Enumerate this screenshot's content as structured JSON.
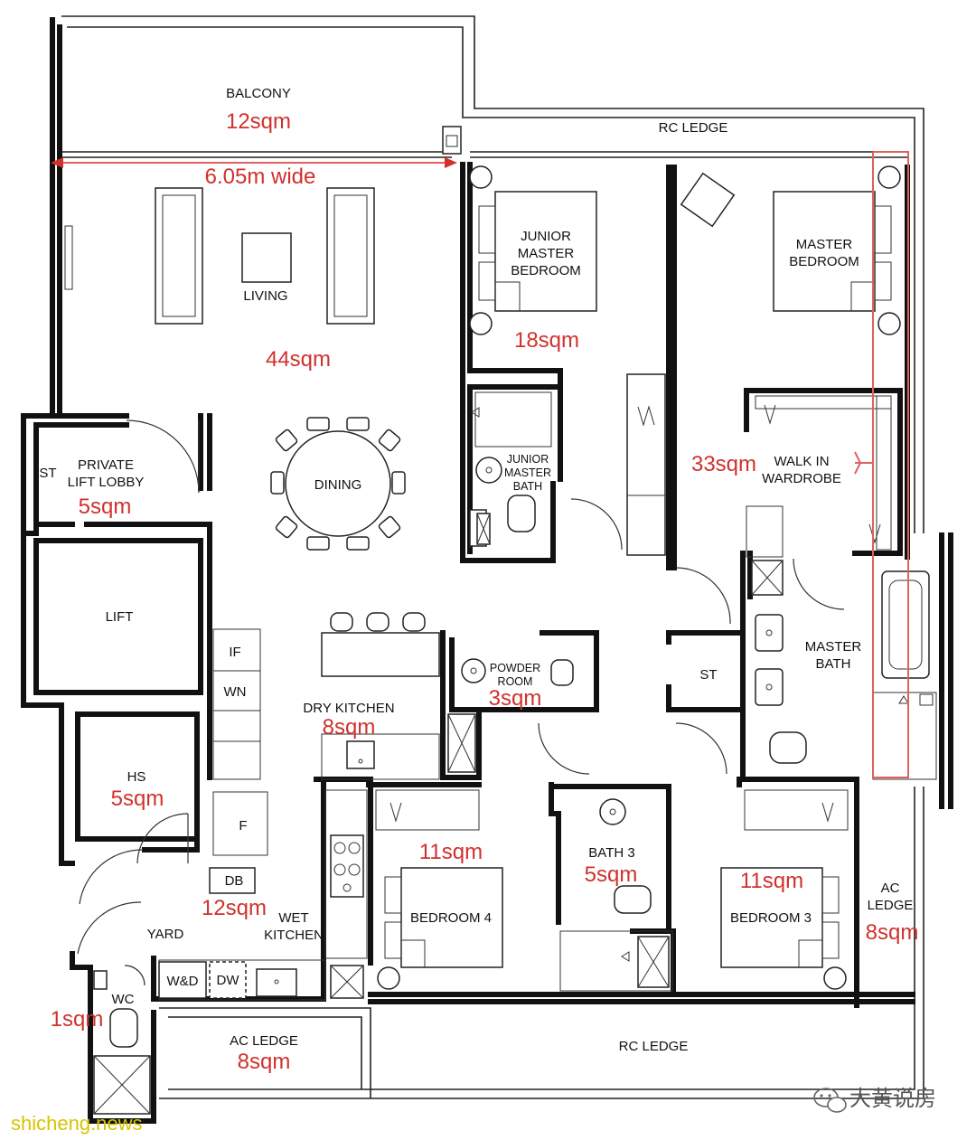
{
  "rooms": {
    "balcony": {
      "label": "BALCONY",
      "area": "12sqm"
    },
    "living": {
      "label": "LIVING",
      "area": "44sqm"
    },
    "dining": {
      "label": "DINING"
    },
    "private_lift_lobby": {
      "label_line1": "PRIVATE",
      "label_line2": "LIFT LOBBY",
      "area": "5sqm"
    },
    "st_lobby": {
      "label": "ST"
    },
    "lift": {
      "label": "LIFT"
    },
    "junior_master_bedroom": {
      "label_line1": "JUNIOR",
      "label_line2": "MASTER",
      "label_line3": "BEDROOM",
      "area": "18sqm"
    },
    "junior_master_bath": {
      "label_line1": "JUNIOR",
      "label_line2": "MASTER",
      "label_line3": "BATH"
    },
    "master_bedroom": {
      "label_line1": "MASTER",
      "label_line2": "BEDROOM",
      "area": "33sqm"
    },
    "walk_in_wardrobe": {
      "label_line1": "WALK IN",
      "label_line2": "WARDROBE"
    },
    "master_bath": {
      "label_line1": "MASTER",
      "label_line2": "BATH"
    },
    "st_hall": {
      "label": "ST"
    },
    "powder_room": {
      "label_line1": "POWDER",
      "label_line2": "ROOM",
      "area": "3sqm"
    },
    "dry_kitchen": {
      "label": "DRY KITCHEN",
      "area": "8sqm"
    },
    "hs": {
      "label": "HS",
      "area": "5sqm"
    },
    "wet_kitchen": {
      "label_line1": "WET",
      "label_line2": "KITCHEN",
      "area": "12sqm"
    },
    "yard": {
      "label": "YARD"
    },
    "wc": {
      "label": "WC",
      "area": "1sqm"
    },
    "bedroom4": {
      "label": "BEDROOM 4",
      "area": "11sqm"
    },
    "bath3": {
      "label": "BATH 3",
      "area": "5sqm"
    },
    "bedroom3": {
      "label": "BEDROOM 3",
      "area": "11sqm"
    },
    "ac_ledge_right": {
      "label_line1": "AC",
      "label_line2": "LEDGE",
      "area": "8sqm"
    },
    "ac_ledge_bottom": {
      "label": "AC LEDGE",
      "area": "8sqm"
    },
    "rc_ledge_top": {
      "label": "RC LEDGE"
    },
    "rc_ledge_bottom": {
      "label": "RC LEDGE"
    }
  },
  "fixtures": {
    "if": "IF",
    "wn": "WN",
    "f": "F",
    "db": "DB",
    "wd": "W&D",
    "dw": "DW"
  },
  "dimension": {
    "living_width": "6.05m wide"
  },
  "watermarks": {
    "site": "shicheng.news",
    "author": "大黄说房"
  },
  "colors": {
    "annotation": "#d0312d",
    "wall": "#111111",
    "watermark_site": "#d6c400"
  }
}
